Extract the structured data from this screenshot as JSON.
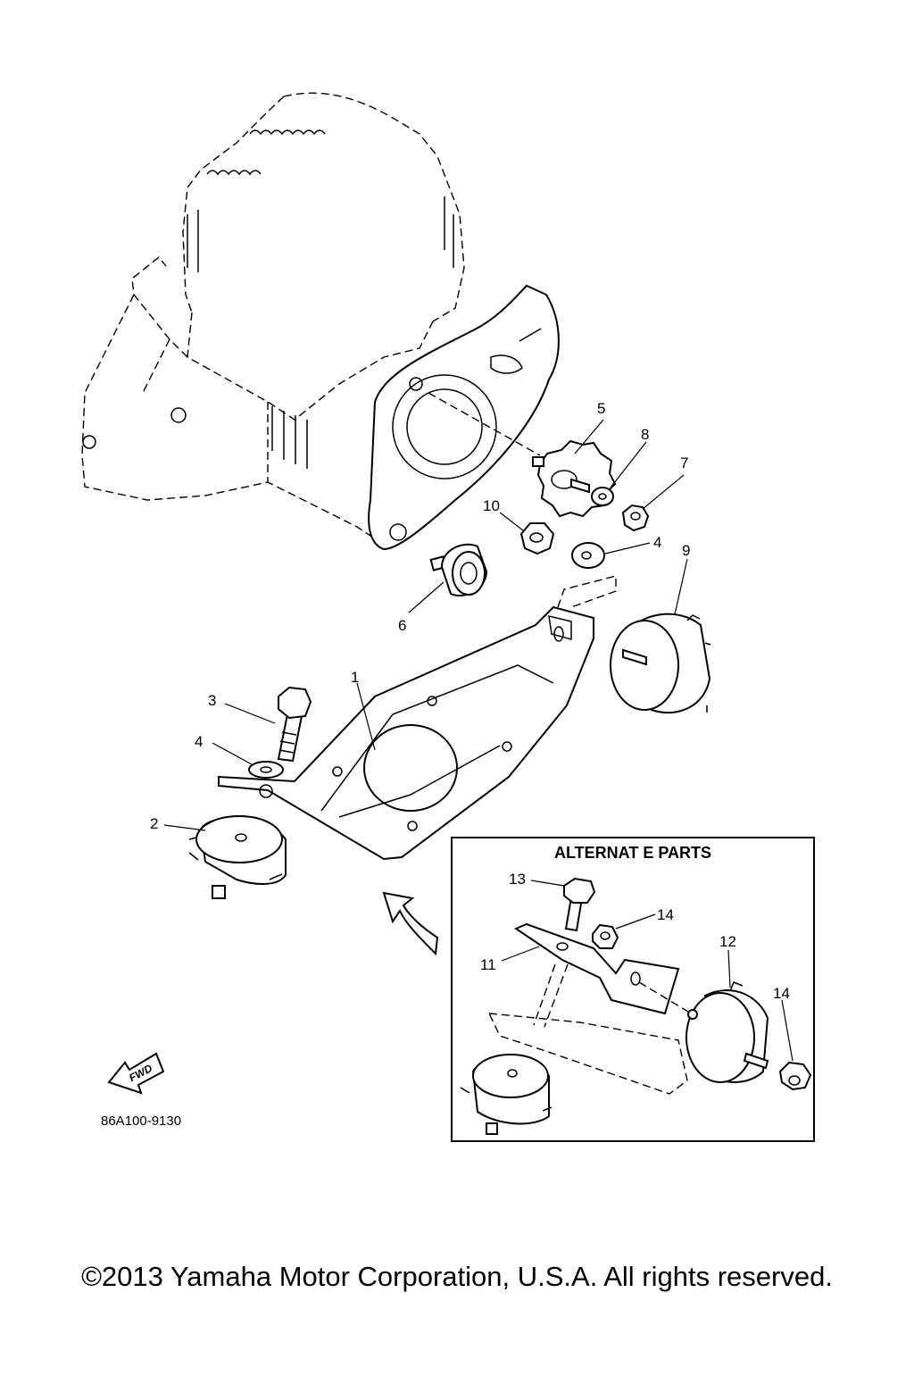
{
  "diagram": {
    "reference_code": "86A100-9130",
    "inset_title": "ALTERNAT E PARTS",
    "fwd_label": "FWD",
    "callouts": {
      "c1": "1",
      "c2": "2",
      "c3": "3",
      "c4a": "4",
      "c4b": "4",
      "c5": "5",
      "c6": "6",
      "c7": "7",
      "c8": "8",
      "c9": "9",
      "c10": "10",
      "c11": "11",
      "c12": "12",
      "c13": "13",
      "c14a": "14",
      "c14b": "14"
    }
  },
  "footer": {
    "copyright": "©2013 Yamaha Motor Corporation, U.S.A. All rights reserved."
  }
}
